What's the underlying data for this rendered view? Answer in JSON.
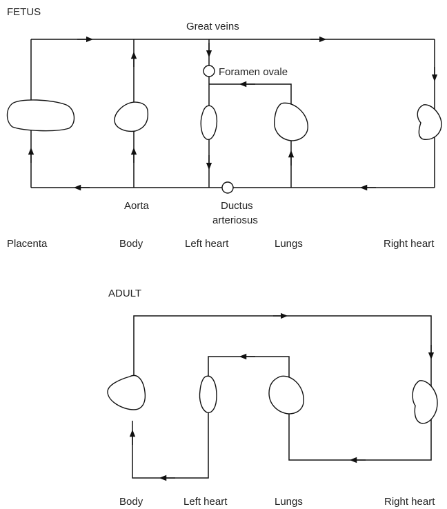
{
  "fetus": {
    "title": "FETUS",
    "great_veins": "Great veins",
    "foramen_ovale": "Foramen ovale",
    "aorta": "Aorta",
    "ductus_line1": "Ductus",
    "ductus_line2": "arteriosus",
    "columns": [
      "Placenta",
      "Body",
      "Left heart",
      "Lungs",
      "Right heart"
    ]
  },
  "adult": {
    "title": "ADULT",
    "columns": [
      "Body",
      "Left heart",
      "Lungs",
      "Right heart"
    ]
  }
}
